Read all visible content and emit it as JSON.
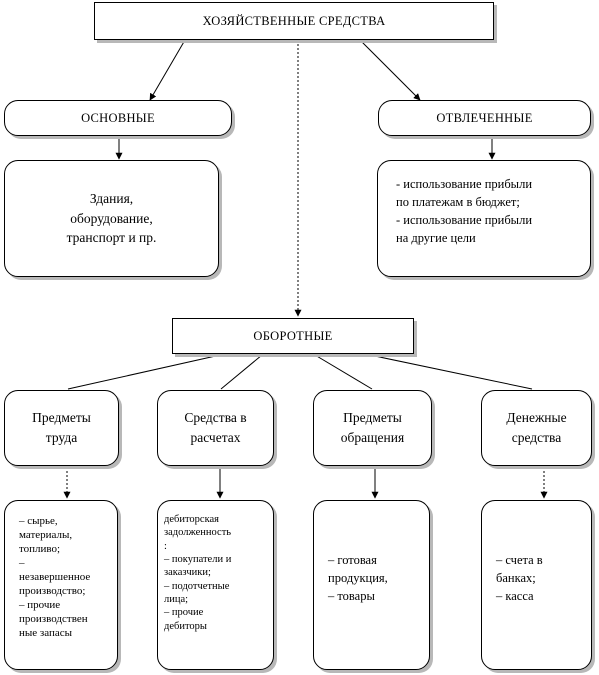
{
  "title": "ХОЗЯЙСТВЕННЫЕ  СРЕДСТВА",
  "categories": {
    "fixed": "ОСНОВНЫЕ",
    "diverted": "ОТВЛЕЧЕННЫЕ",
    "current": "ОБОРОТНЫЕ"
  },
  "fixed_details": "Здания,\nоборудование,\nтранспорт и пр.",
  "diverted_details": "- использование прибыли\nпо платежам в бюджет;\n- использование прибыли\nна другие цели",
  "current_items": [
    {
      "label": "Предметы\nтруда",
      "details": "– сырье,\nматериалы,\nтопливо;\n–\nнезавершенное\nпроизводство;\n– прочие\nпроизводствен\nные запасы"
    },
    {
      "label": "Средства в\nрасчетах",
      "details": "дебиторская\nзадолженность\n:\n– покупатели и\nзаказчики;\n– подотчетные\nлица;\n– прочие\nдебиторы"
    },
    {
      "label": "Предметы\nобращения",
      "details": "– готовая\nпродукция,\n– товары"
    },
    {
      "label": "Денежные\nсредства",
      "details": "– счета в\nбанках;\n– касса"
    }
  ]
}
